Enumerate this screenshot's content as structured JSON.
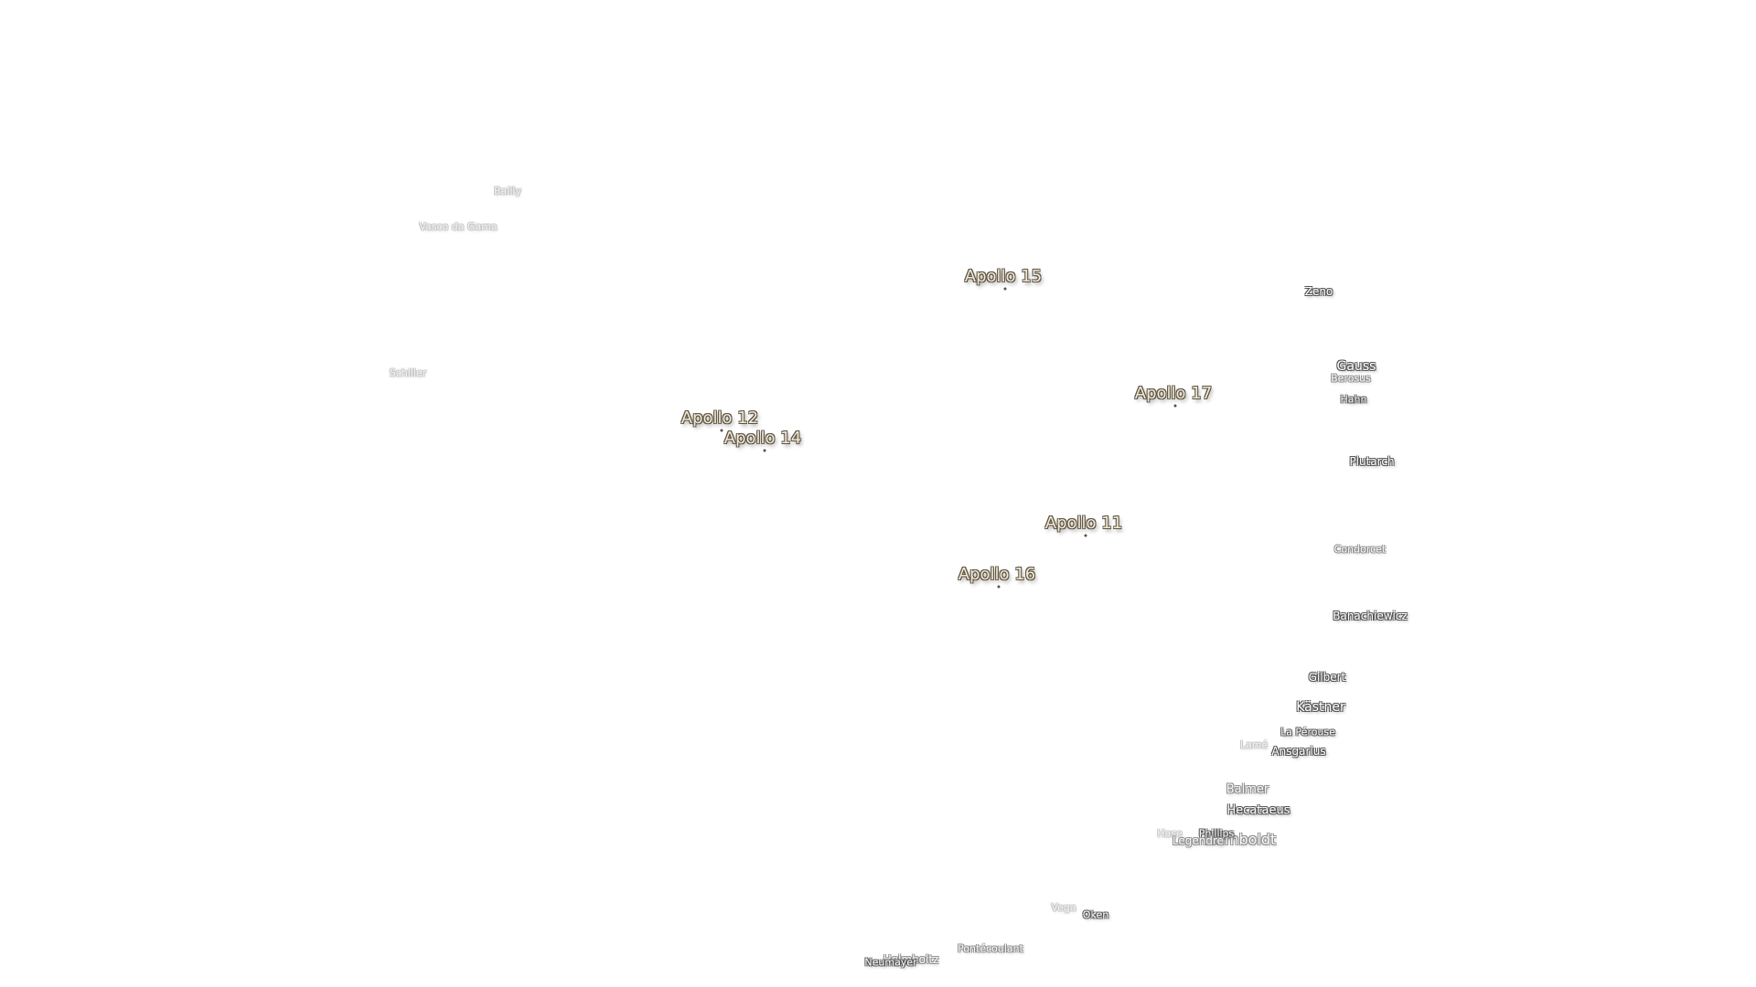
{
  "map": {
    "apollo_sites": [
      {
        "id": "a15",
        "label": "Apollo 15"
      },
      {
        "id": "a17",
        "label": "Apollo 17"
      },
      {
        "id": "a12",
        "label": "Apollo 12"
      },
      {
        "id": "a14",
        "label": "Apollo 14"
      },
      {
        "id": "a11",
        "label": "Apollo 11"
      },
      {
        "id": "a16",
        "label": "Apollo 16"
      }
    ],
    "craters": {
      "bailly": "Bailly",
      "vasco_da_gama": "Vasco da Gama",
      "schiller": "Schiller",
      "zeno": "Zeno",
      "gauss": "Gauss",
      "berosus": "Berosus",
      "hahn": "Hahn",
      "plutarch": "Plutarch",
      "condorcet": "Condorcet",
      "banachiewicz": "Banachiewicz",
      "gilbert": "Gilbert",
      "kastner": "Kästner",
      "la_perouse": "La Pérouse",
      "lame": "Lamé",
      "ansgarius": "Ansgarius",
      "balmer": "Balmer",
      "hecataeus": "Hecataeus",
      "phillips": "Phillips",
      "legendre": "Legendre",
      "humboldt": "Humboldt",
      "hase": "Hase",
      "vega": "Vega",
      "oken": "Oken",
      "pontecoulant": "Pontécoulant",
      "helmholtz": "Helmholtz",
      "neumayer": "Neumayer"
    }
  }
}
